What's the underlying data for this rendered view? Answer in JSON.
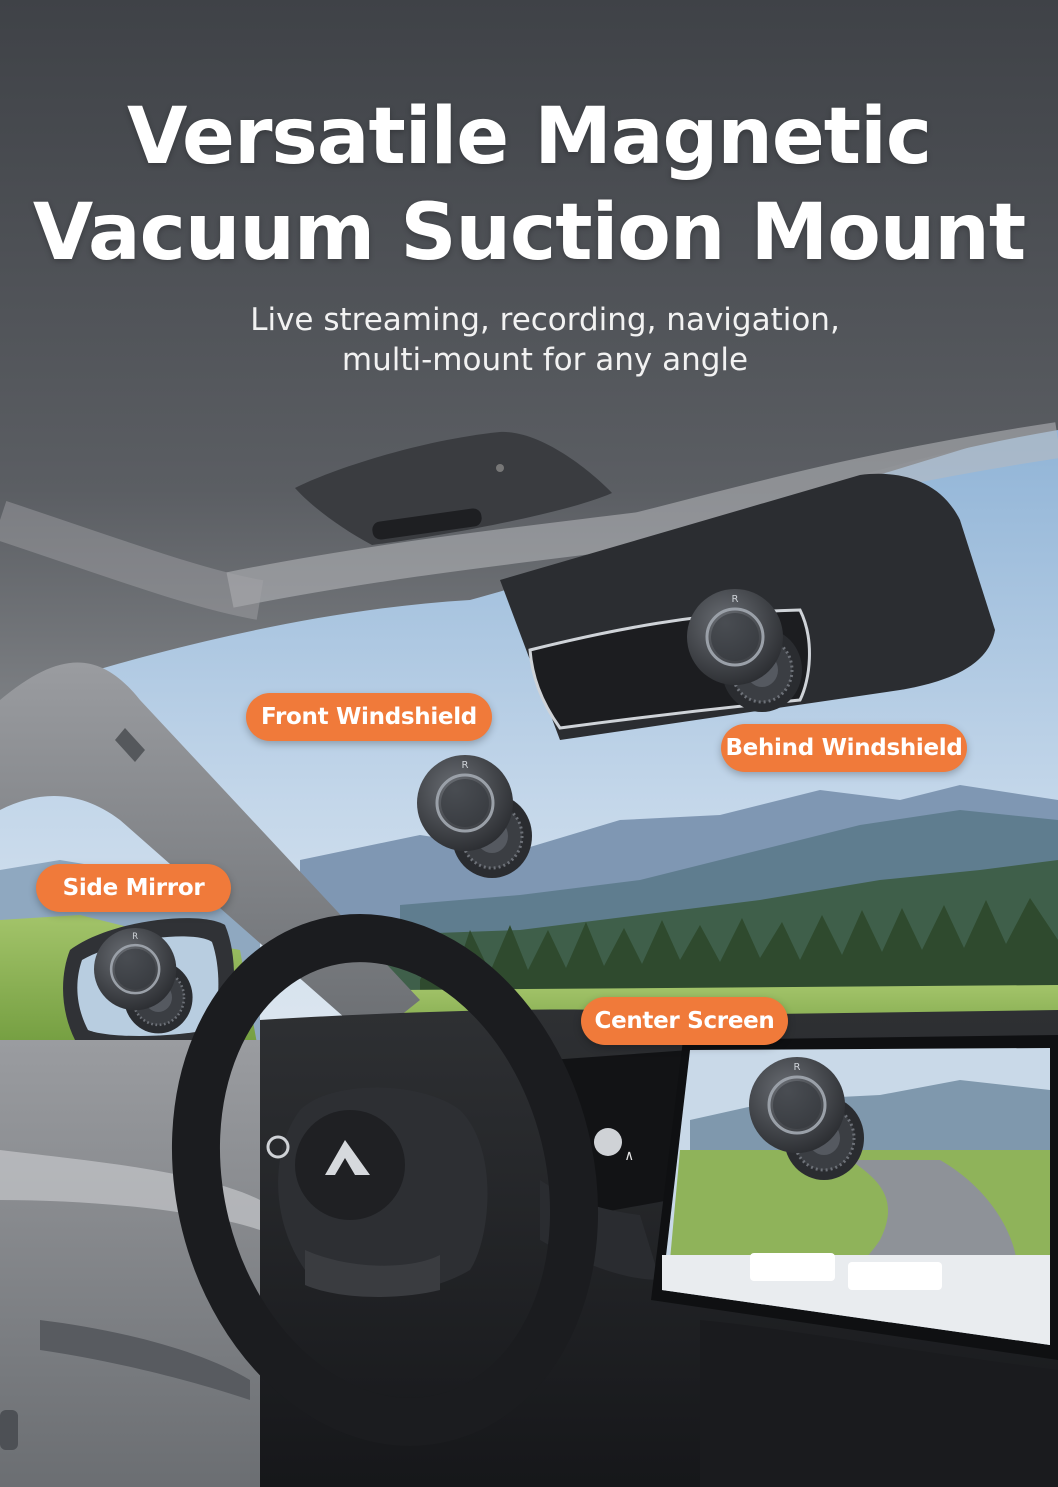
{
  "headline": {
    "line1": "Versatile Magnetic",
    "line2": "Vacuum Suction Mount"
  },
  "subheadline": {
    "line1": "Live streaming, recording, navigation,",
    "line2": "multi-mount for any angle"
  },
  "callouts": {
    "front_windshield": "Front Windshield",
    "behind_windshield": "Behind Windshield",
    "side_mirror": "Side Mirror",
    "center_screen": "Center Screen"
  },
  "colors": {
    "callout_bg": "#f07a3a",
    "headline_text": "#ffffff",
    "sky": "#a9c6e2",
    "cabin_gray": "#8e9094"
  },
  "icons": {
    "mount": "magnetic-ring-mount-icon",
    "wheel_logo": "car-brand-logo-icon"
  }
}
